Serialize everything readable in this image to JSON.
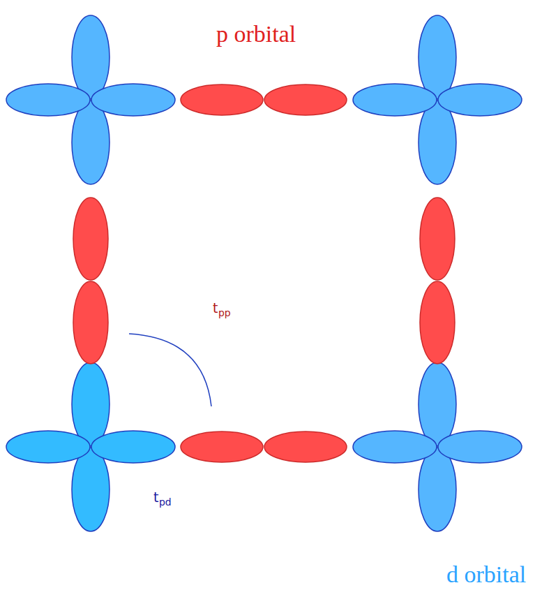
{
  "diagram": {
    "labels": [
      "p orbital",
      "t",
      "pp",
      "t",
      "pd",
      "d orbital"
    ]
  }
}
